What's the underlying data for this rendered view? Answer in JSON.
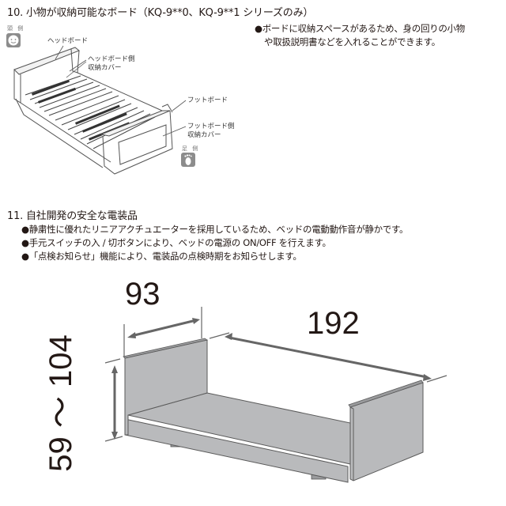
{
  "section10": {
    "title": "10. 小物が収納可能なボード（KQ-9**0、KQ-9**1 シリーズのみ）",
    "bullet_line1": "●ボードに収納スペースがあるため、身の回りの小物",
    "bullet_line2": "や取扱説明書などを入れることができます。",
    "illustration": {
      "head_side_label": "頭 側",
      "foot_side_label": "足 側",
      "head_icon": "face-icon",
      "foot_icon": "foot-icon",
      "callouts": {
        "headboard": "ヘッドボード",
        "headboard_cover_line1": "ヘッドボード側",
        "headboard_cover_line2": "収納カバー",
        "footboard": "フットボード",
        "footboard_cover_line1": "フットボード側",
        "footboard_cover_line2": "収納カバー"
      }
    }
  },
  "section11": {
    "title": "11. 自社開発の安全な電装品",
    "bullets": [
      "●静粛性に優れたリニアアクチュエーターを採用しているため、ベッドの電動動作音が静かです。",
      "●手元スイッチの入 / 切ボタンにより、ベッドの電源の ON/OFF を行えます。",
      "●「点検お知らせ」機能により、電装品の点検時期をお知らせします。"
    ]
  },
  "dimension_diagram": {
    "depth": "93",
    "width": "192",
    "height": "59 ～ 104",
    "box_color": "#b9babc",
    "edge_color": "#5a5a5a",
    "arrow_color": "#666666"
  }
}
